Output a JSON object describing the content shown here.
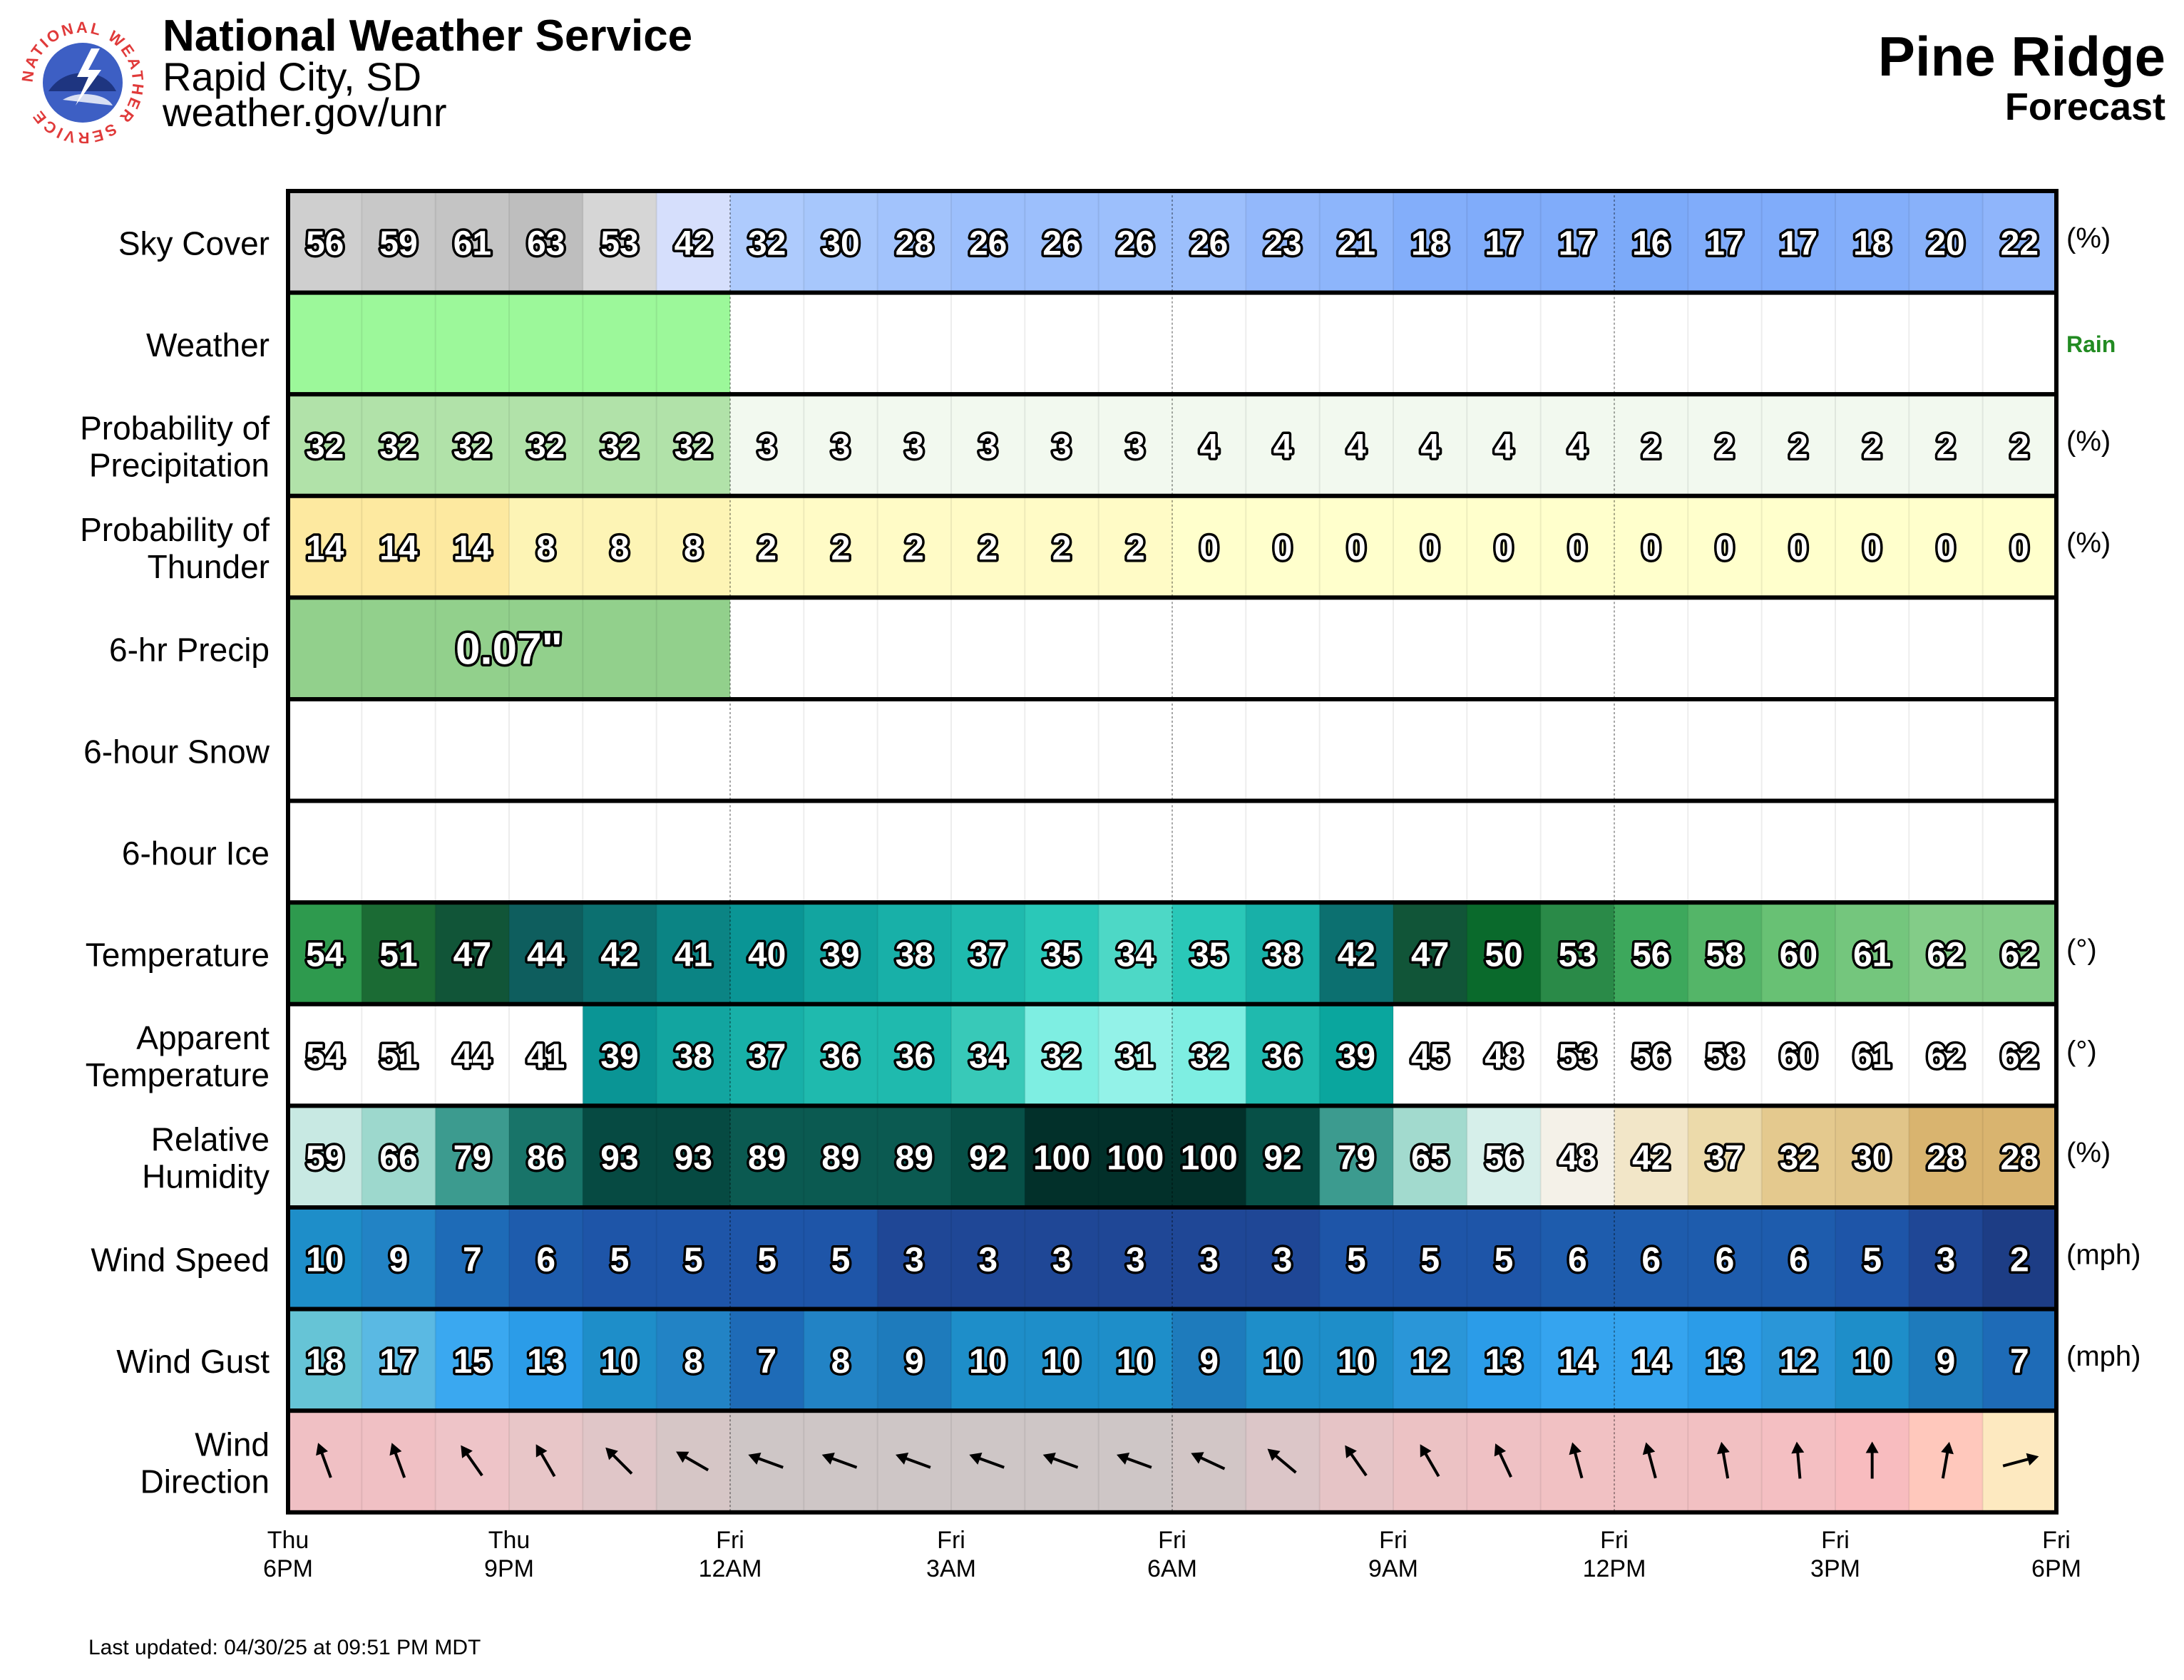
{
  "header": {
    "org": "National Weather Service",
    "office": "Rapid City, SD",
    "website": "weather.gov/unr",
    "logo_text": "NATIONAL WEATHER SERVICE",
    "location": "Pine Ridge",
    "subtitle": "Forecast"
  },
  "footer": {
    "last_updated": "Last updated: 04/30/25 at 09:51 PM MDT"
  },
  "chart_data": {
    "type": "table",
    "columns": 24,
    "x_ticks": [
      {
        "col": 0,
        "day": "Thu",
        "time": "6PM"
      },
      {
        "col": 3,
        "day": "Thu",
        "time": "9PM"
      },
      {
        "col": 6,
        "day": "Fri",
        "time": "12AM"
      },
      {
        "col": 9,
        "day": "Fri",
        "time": "3AM"
      },
      {
        "col": 12,
        "day": "Fri",
        "time": "6AM"
      },
      {
        "col": 15,
        "day": "Fri",
        "time": "9AM"
      },
      {
        "col": 18,
        "day": "Fri",
        "time": "12PM"
      },
      {
        "col": 21,
        "day": "Fri",
        "time": "3PM"
      },
      {
        "col": 24,
        "day": "Fri",
        "time": "6PM"
      }
    ],
    "rows": [
      {
        "key": "sky",
        "label": [
          "Sky Cover"
        ],
        "unit": "(%)",
        "values": [
          56,
          59,
          61,
          63,
          53,
          42,
          32,
          30,
          28,
          26,
          26,
          26,
          26,
          23,
          21,
          18,
          17,
          17,
          16,
          17,
          17,
          18,
          20,
          22
        ],
        "colors": [
          "#cfcfcf",
          "#c8c8c8",
          "#c4c4c4",
          "#bebebe",
          "#d6d6d6",
          "#d6dffc",
          "#aecbfd",
          "#a7c7fc",
          "#a2c3fc",
          "#9cbffc",
          "#9cbffc",
          "#9cbffc",
          "#9cbffc",
          "#93b8fb",
          "#8db5fb",
          "#83aefa",
          "#80acfa",
          "#80acfa",
          "#7caaf9",
          "#80acfa",
          "#80acfa",
          "#83aefa",
          "#88b1fa",
          "#8fb5fb"
        ]
      },
      {
        "key": "weather",
        "label": [
          "Weather"
        ],
        "unit": "Rain",
        "spans": [
          {
            "from": 0,
            "to": 6,
            "color": "#9cf89a"
          }
        ]
      },
      {
        "key": "pop",
        "label": [
          "Probability of",
          "Precipitation"
        ],
        "unit": "(%)",
        "values": [
          32,
          32,
          32,
          32,
          32,
          32,
          3,
          3,
          3,
          3,
          3,
          3,
          4,
          4,
          4,
          4,
          4,
          4,
          2,
          2,
          2,
          2,
          2,
          2
        ],
        "colors": [
          "#b1e2a9",
          "#b1e2a9",
          "#b1e2a9",
          "#b1e2a9",
          "#b1e2a9",
          "#b1e2a9",
          "#f2f9ef",
          "#f2f9ef",
          "#f2f9ef",
          "#f2f9ef",
          "#f2f9ef",
          "#f2f9ef",
          "#f2f9ef",
          "#f2f9ef",
          "#f2f9ef",
          "#f2f9ef",
          "#f2f9ef",
          "#f2f9ef",
          "#f2f9ef",
          "#f2f9ef",
          "#f2f9ef",
          "#f2f9ef",
          "#f2f9ef",
          "#f2f9ef"
        ]
      },
      {
        "key": "thunder",
        "label": [
          "Probability of",
          "Thunder"
        ],
        "unit": "(%)",
        "values": [
          14,
          14,
          14,
          8,
          8,
          8,
          2,
          2,
          2,
          2,
          2,
          2,
          0,
          0,
          0,
          0,
          0,
          0,
          0,
          0,
          0,
          0,
          0,
          0
        ],
        "colors": [
          "#fde9a0",
          "#fde9a0",
          "#fde9a0",
          "#fdf4b5",
          "#fdf4b5",
          "#fdf4b5",
          "#fffbc6",
          "#fffbc6",
          "#fffbc6",
          "#fffbc6",
          "#fffbc6",
          "#fffbc6",
          "#ffffcc",
          "#ffffcc",
          "#ffffcc",
          "#ffffcc",
          "#ffffcc",
          "#ffffcc",
          "#ffffcc",
          "#ffffcc",
          "#ffffcc",
          "#ffffcc",
          "#ffffcc",
          "#ffffcc"
        ]
      },
      {
        "key": "qpf",
        "label": [
          "6-hr Precip"
        ],
        "unit": "",
        "spans": [
          {
            "from": 0,
            "to": 6,
            "color": "#92d08c",
            "text": "0.07\""
          }
        ]
      },
      {
        "key": "snow",
        "label": [
          "6-hour Snow"
        ],
        "unit": "",
        "spans": []
      },
      {
        "key": "ice",
        "label": [
          "6-hour Ice"
        ],
        "unit": "",
        "spans": []
      },
      {
        "key": "temp",
        "label": [
          "Temperature"
        ],
        "unit": "(°)",
        "values": [
          54,
          51,
          47,
          44,
          42,
          41,
          40,
          39,
          38,
          37,
          35,
          34,
          35,
          38,
          42,
          47,
          50,
          53,
          56,
          58,
          60,
          61,
          62,
          62
        ],
        "colors": [
          "#2e9a4e",
          "#1b6b34",
          "#115538",
          "#0e5e5e",
          "#0c7070",
          "#0b8484",
          "#0a9595",
          "#12a5a0",
          "#18b0a8",
          "#1fbaae",
          "#2ac8b8",
          "#4dd8c6",
          "#2ac8b8",
          "#18b0a8",
          "#0c7070",
          "#115538",
          "#0a6a2c",
          "#2a8a48",
          "#3da85c",
          "#54b568",
          "#68c174",
          "#74c67d",
          "#83cc88",
          "#83cc88"
        ]
      },
      {
        "key": "apparent",
        "label": [
          "Apparent",
          "Temperature"
        ],
        "unit": "(°)",
        "values": [
          54,
          51,
          44,
          41,
          39,
          38,
          37,
          36,
          36,
          34,
          32,
          31,
          32,
          36,
          39,
          45,
          48,
          53,
          56,
          58,
          60,
          61,
          62,
          62
        ],
        "colors": [
          "#ffffff",
          "#ffffff",
          "#ffffff",
          "#ffffff",
          "#0a9595",
          "#12a5a0",
          "#18b0a8",
          "#1fbaae",
          "#1fbaae",
          "#38c9b8",
          "#7eeee2",
          "#93f2e8",
          "#7eeee2",
          "#1fbaae",
          "#0aa69e",
          "#ffffff",
          "#ffffff",
          "#ffffff",
          "#ffffff",
          "#ffffff",
          "#ffffff",
          "#ffffff",
          "#ffffff",
          "#ffffff"
        ]
      },
      {
        "key": "rh",
        "label": [
          "Relative",
          "Humidity"
        ],
        "unit": "(%)",
        "values": [
          59,
          66,
          79,
          86,
          93,
          93,
          89,
          89,
          89,
          92,
          100,
          100,
          100,
          92,
          79,
          65,
          56,
          48,
          42,
          37,
          32,
          30,
          28,
          28
        ],
        "colors": [
          "#c8e9e3",
          "#9dd8cd",
          "#3c9b8f",
          "#187469",
          "#064a42",
          "#064a42",
          "#0b5a51",
          "#0b5a51",
          "#0b5a51",
          "#075047",
          "#02302a",
          "#02302a",
          "#02302a",
          "#075047",
          "#3c9b8f",
          "#a2dace",
          "#d6efea",
          "#f4f1e8",
          "#f2e6c8",
          "#ecdaaa",
          "#e4c98e",
          "#e1c589",
          "#d9b46f",
          "#d9b46f"
        ]
      },
      {
        "key": "wind",
        "label": [
          "Wind Speed"
        ],
        "unit": "(mph)",
        "values": [
          10,
          9,
          7,
          6,
          5,
          5,
          5,
          5,
          3,
          3,
          3,
          3,
          3,
          3,
          5,
          5,
          5,
          6,
          6,
          6,
          6,
          5,
          3,
          2
        ],
        "colors": [
          "#1e8ec9",
          "#2283c5",
          "#1e6bb7",
          "#1e5cad",
          "#1e55a8",
          "#1e55a8",
          "#1e55a8",
          "#1e55a8",
          "#1f4796",
          "#1f4796",
          "#1f4796",
          "#1f4796",
          "#1f4796",
          "#1f4796",
          "#1e55a8",
          "#1e55a8",
          "#1e55a8",
          "#1e5cad",
          "#1e5cad",
          "#1e5cad",
          "#1e5cad",
          "#1e55a8",
          "#1f4796",
          "#1d3d85"
        ]
      },
      {
        "key": "gust",
        "label": [
          "Wind Gust"
        ],
        "unit": "(mph)",
        "values": [
          18,
          17,
          15,
          13,
          10,
          8,
          7,
          8,
          9,
          10,
          10,
          10,
          9,
          10,
          10,
          12,
          13,
          14,
          14,
          13,
          12,
          10,
          9,
          7
        ],
        "colors": [
          "#66c4d6",
          "#5ab9e3",
          "#3aa8f0",
          "#2b9ce8",
          "#1e8ec9",
          "#2283c5",
          "#1e6bb7",
          "#2283c5",
          "#1e7bbc",
          "#1e8ec9",
          "#1e8ec9",
          "#1e8ec9",
          "#1e7bbc",
          "#1e8ec9",
          "#1e8ec9",
          "#2a96d8",
          "#2b9ce8",
          "#35a4ef",
          "#35a4ef",
          "#2b9ce8",
          "#2a96d8",
          "#1e8ec9",
          "#1e7bbc",
          "#1e6bb7"
        ]
      },
      {
        "key": "winddir",
        "label": [
          "Wind",
          "Direction"
        ],
        "unit": "",
        "values": [
          340,
          340,
          325,
          330,
          315,
          300,
          290,
          290,
          290,
          290,
          290,
          290,
          295,
          310,
          325,
          330,
          335,
          345,
          345,
          350,
          355,
          360,
          10,
          75
        ],
        "colors": [
          "#f0c0c4",
          "#f0c0c4",
          "#eec4c8",
          "#e8c6c8",
          "#e0c6c8",
          "#d6c6c6",
          "#cec6c6",
          "#cec6c6",
          "#cec6c6",
          "#cec6c6",
          "#cec6c6",
          "#cec6c6",
          "#d2c6c6",
          "#dcc6c8",
          "#e6c4c6",
          "#ecc2c4",
          "#efc1c4",
          "#f1c1c3",
          "#f1c1c3",
          "#f2c0c2",
          "#f4bfc2",
          "#f8bcbf",
          "#ffc8bc",
          "#fde9c0"
        ]
      }
    ]
  }
}
